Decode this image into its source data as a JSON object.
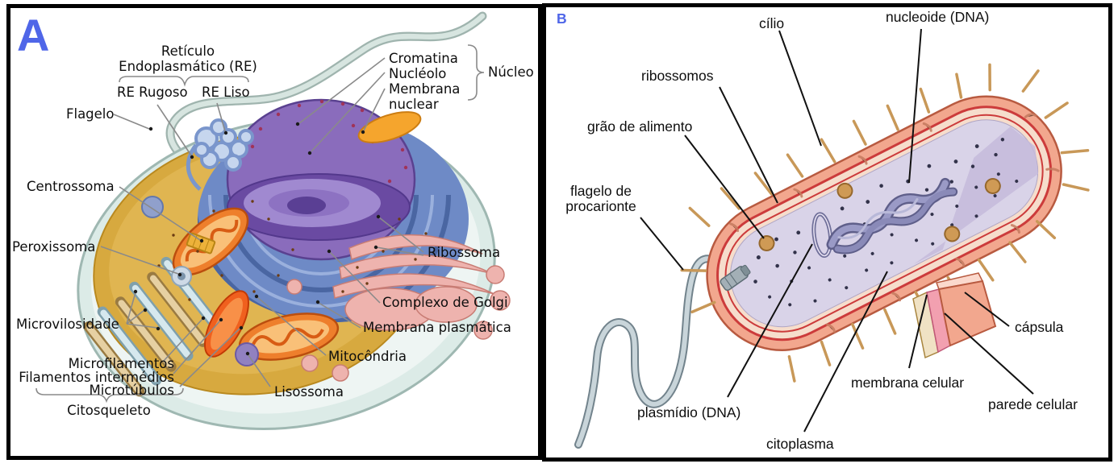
{
  "figure": {
    "description_visible": "",
    "colors": {
      "panel_letter_blue": "#4f66e8",
      "label_text": "#0e0e0e",
      "leader_gray": "#8a8a8a",
      "leader_black": "#111111",
      "cytoplasm_gold": "#d7a93f",
      "nucleus_purple": "#8a6cbc",
      "er_blue": "#6e8ac6",
      "golgi_pink": "#eeb3ae",
      "mitochondria_orange": "#ee7f2c",
      "bacterium_capsule_salmon": "#f2a78e",
      "bacterium_cytoplasm_lavender": "#d9d3e8"
    }
  },
  "panel_a": {
    "letter": "A",
    "labels": {
      "reticulo_line1": "Retículo",
      "reticulo_line2": "Endoplasmático (RE)",
      "re_rugoso": "RE Rugoso",
      "re_liso": "RE Liso",
      "flagelo": "Flagelo",
      "cromatina": "Cromatina",
      "nucleolo": "Nucléolo",
      "membrana_nuclear_line1": "Membrana",
      "membrana_nuclear_line2": "nuclear",
      "nucleo": "Núcleo",
      "centrossoma": "Centrossoma",
      "peroxissoma": "Peroxissoma",
      "microvilosidade": "Microvilosidade",
      "microfilamentos": "Microfilamentos",
      "filamentos_intermedios": "Filamentos intermédios",
      "microtubulos": "Microtúbulos",
      "citosqueleto": "Citosqueleto",
      "lisossoma": "Lisossoma",
      "ribossoma": "Ribossoma",
      "complexo_golgi": "Complexo de Golgi",
      "membrana_plasmatica": "Membrana plasmática",
      "mitocondria": "Mitocôndria"
    }
  },
  "panel_b": {
    "letter": "B",
    "labels": {
      "cilio": "cílio",
      "nucleoide": "nucleoide (DNA)",
      "ribossomos": "ribossomos",
      "grao_alimento": "grão de alimento",
      "flagelo_line1": "flagelo de",
      "flagelo_line2": "procarionte",
      "plasmidio": "plasmídio (DNA)",
      "citoplasma": "citoplasma",
      "membrana_celular": "membrana celular",
      "parede_celular": "parede celular",
      "capsula": "cápsula"
    }
  }
}
